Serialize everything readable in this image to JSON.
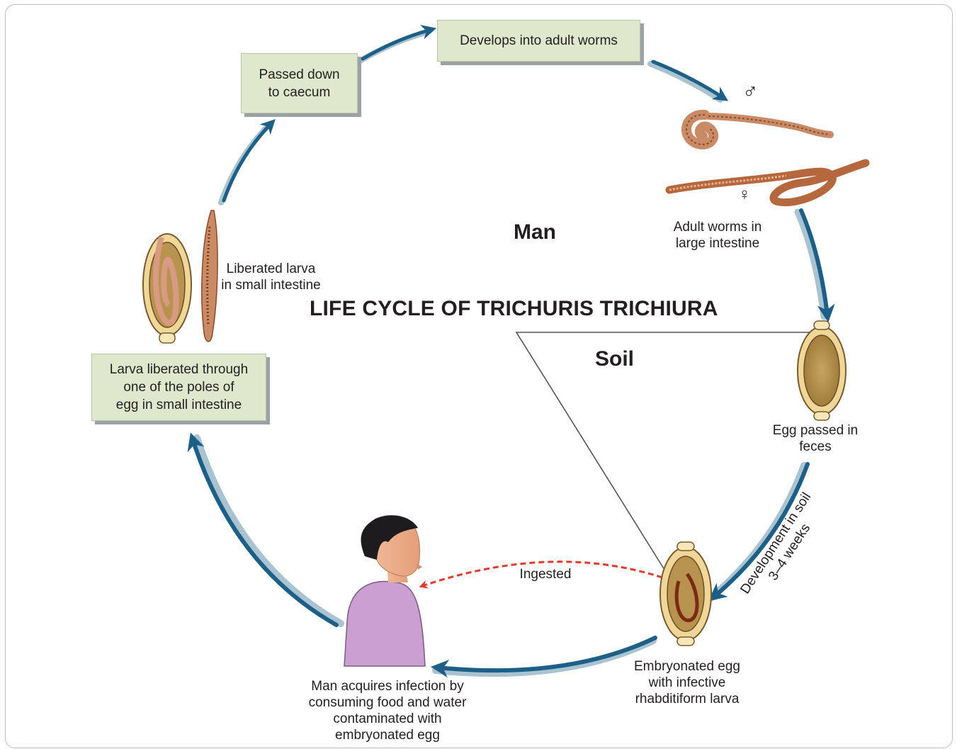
{
  "title": "LIFE CYCLE OF TRICHURIS TRICHIURA",
  "zones": {
    "man": "Man",
    "soil": "Soil"
  },
  "boxes": {
    "adult_worms": "Develops into adult worms",
    "caecum": "Passed down\nto caecum",
    "larva_liberated": "Larva liberated through\none of the poles of\negg in small intestine"
  },
  "labels": {
    "adult_in_intestine": "Adult worms in\nlarge intestine",
    "egg_passed": "Egg passed in\nfeces",
    "development": "Development in soil\n3–4 weeks",
    "embryonated": "Embryonated egg\nwith infective\nrhabditiform  larva",
    "ingested": "Ingested",
    "man_acquires": "Man acquires infection by\nconsuming food and water\ncontaminated with\nembryonated egg",
    "liberated_larva": "Liberated larva\nin small intestine"
  },
  "symbols": {
    "male": "♂",
    "female": "♀"
  },
  "colors": {
    "arrow": "#1d5f86",
    "arrow_shadow": "#a9c3d0",
    "box_fill": "#dfe8cd",
    "ingested_arrow": "#e23a2c",
    "worm": "#b5673e"
  }
}
